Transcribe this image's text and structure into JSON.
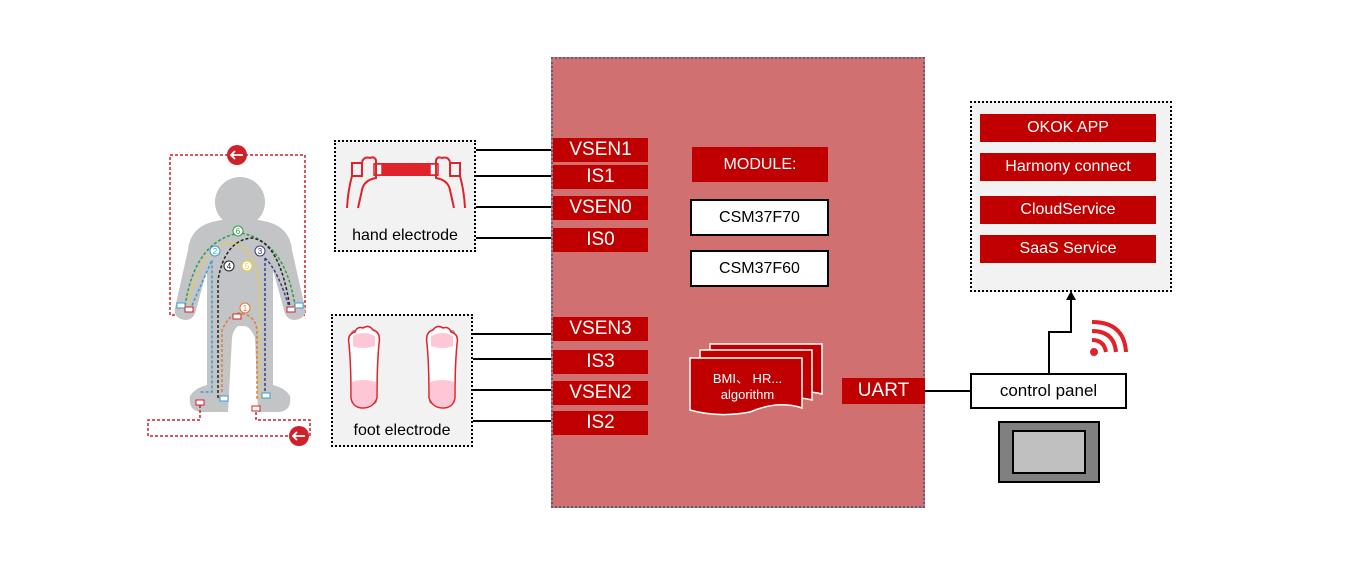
{
  "body_diagram": {
    "paths": [
      {
        "number": "1",
        "color": "#e07b39"
      },
      {
        "number": "2",
        "color": "#3a9ad9"
      },
      {
        "number": "3",
        "color": "#3b3b8f"
      },
      {
        "number": "4",
        "color": "#222222"
      },
      {
        "number": "5",
        "color": "#e8d040"
      },
      {
        "number": "6",
        "color": "#2e9e4a"
      }
    ],
    "loop_color": "#d0202a"
  },
  "hand_electrode": {
    "label": "hand electrode"
  },
  "foot_electrode": {
    "label": "foot electrode"
  },
  "pins": {
    "hand": [
      "VSEN1",
      "IS1",
      "VSEN0",
      "IS0"
    ],
    "foot": [
      "VSEN3",
      "IS3",
      "VSEN2",
      "IS2"
    ]
  },
  "module": {
    "title": "MODULE:",
    "models": [
      "CSM37F70",
      "CSM37F60"
    ],
    "algorithm_line1": "BMI、 HR...",
    "algorithm_line2": "algorithm",
    "uart": "UART"
  },
  "control_panel": {
    "label": "control panel"
  },
  "services": [
    "OKOK APP",
    "Harmony connect",
    "CloudService",
    "SaaS Service"
  ],
  "colors": {
    "accent_red": "#c00000",
    "module_panel": "#d17071",
    "panel_bg": "#f2f2f2",
    "wifi": "#e0222a"
  }
}
